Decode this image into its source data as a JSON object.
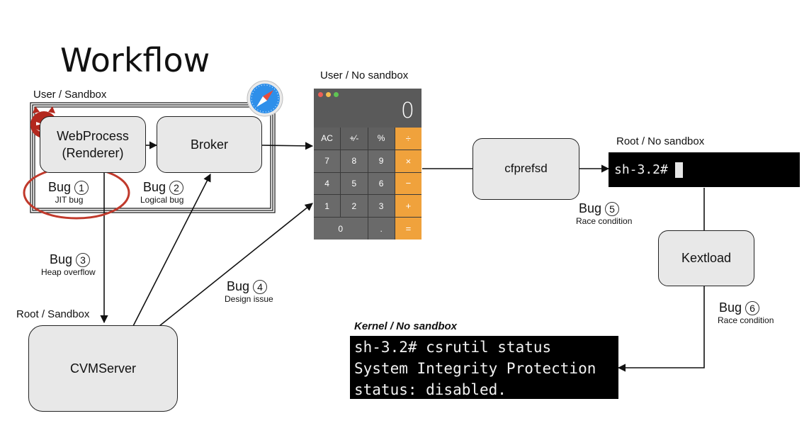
{
  "title": "Workflow",
  "labels": {
    "user_sandbox": "User / Sandbox",
    "user_no_sandbox": "User / No sandbox",
    "root_no_sandbox": "Root / No sandbox",
    "root_sandbox": "Root / Sandbox",
    "kernel_no_sandbox": "Kernel / No sandbox"
  },
  "nodes": {
    "webprocess_line1": "WebProcess",
    "webprocess_line2": "(Renderer)",
    "broker": "Broker",
    "cfprefsd": "cfprefsd",
    "kextload": "Kextload",
    "cvmserver": "CVMServer"
  },
  "bugs": [
    {
      "label": "Bug",
      "num": "1",
      "desc": "JIT bug"
    },
    {
      "label": "Bug",
      "num": "2",
      "desc": "Logical bug"
    },
    {
      "label": "Bug",
      "num": "3",
      "desc": "Heap overflow"
    },
    {
      "label": "Bug",
      "num": "4",
      "desc": "Design issue"
    },
    {
      "label": "Bug",
      "num": "5",
      "desc": "Race condition"
    },
    {
      "label": "Bug",
      "num": "6",
      "desc": "Race condition"
    }
  ],
  "calculator": {
    "display": "0",
    "keys": [
      "AC",
      "+⁄-",
      "%",
      "÷",
      "7",
      "8",
      "9",
      "×",
      "4",
      "5",
      "6",
      "−",
      "1",
      "2",
      "3",
      "+",
      "0",
      ".",
      "="
    ]
  },
  "terminal_root": {
    "prompt": "sh-3.2#"
  },
  "terminal_kernel": {
    "line1": "sh-3.2# csrutil status",
    "line2": "System Integrity Protection",
    "line3": "status: disabled."
  },
  "colors": {
    "highlight": "#c0392b",
    "devil": "#b3281e",
    "calc_op": "#f0a23c",
    "node_fill": "#e8e8e8"
  },
  "icons": [
    "devil-icon",
    "safari-icon"
  ]
}
